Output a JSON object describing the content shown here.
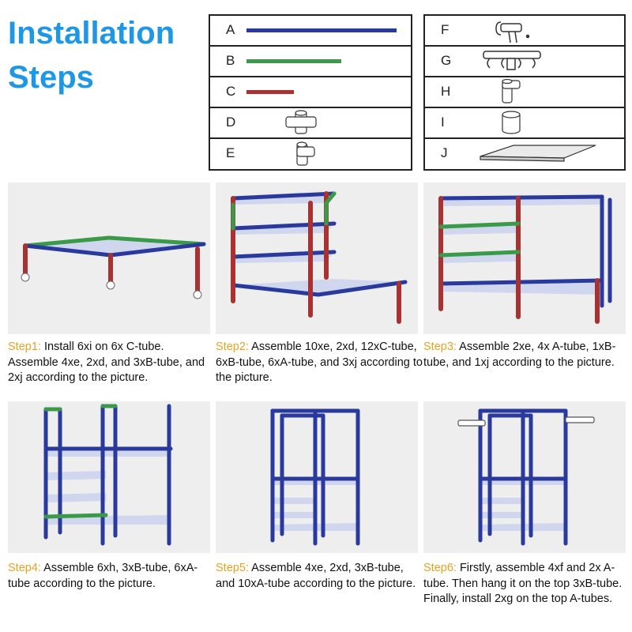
{
  "title": {
    "line1": "Installation",
    "line2": "Steps"
  },
  "parts_left": [
    {
      "letter": "A",
      "icon": "long-blue-tube"
    },
    {
      "letter": "B",
      "icon": "medium-green-tube"
    },
    {
      "letter": "C",
      "icon": "short-red-tube"
    },
    {
      "letter": "D",
      "icon": "four-way-connector"
    },
    {
      "letter": "E",
      "icon": "three-way-connector"
    }
  ],
  "parts_right": [
    {
      "letter": "F",
      "icon": "hook-bracket"
    },
    {
      "letter": "G",
      "icon": "hanger-rack"
    },
    {
      "letter": "H",
      "icon": "two-way-connector"
    },
    {
      "letter": "I",
      "icon": "foot-cap"
    },
    {
      "letter": "J",
      "icon": "shelf-panel"
    }
  ],
  "steps": [
    {
      "label": "Step1:",
      "text": "Install 6xi on 6x C-tube. Assemble 4xe, 2xd, and 3xB-tube, and 2xj according to the picture."
    },
    {
      "label": "Step2:",
      "text": "Assemble 10xe, 2xd, 12xC-tube, 6xB-tube, 6xA-tube, and 3xj according to the picture."
    },
    {
      "label": "Step3:",
      "text": "Assemble 2xe, 4x A-tube, 1xB-tube, and 1xj according to the picture."
    },
    {
      "label": "Step4:",
      "text": "Assemble 6xh, 3xB-tube, 6xA-tube according to the picture."
    },
    {
      "label": "Step5:",
      "text": "Assemble 4xe, 2xd, 3xB-tube, and 10xA-tube according to the picture."
    },
    {
      "label": "Step6:",
      "text": "Firstly, assemble 4xf and 2x A-tube. Then hang it on the top 3xB-tube. Finally, install 2xg on the top A-tubes."
    }
  ],
  "colors": {
    "title": "#1e98e6",
    "step_label": "#e9a21d",
    "tube_a": "#2a3a9c",
    "tube_b": "#3a9a4a",
    "tube_c": "#a83232"
  }
}
